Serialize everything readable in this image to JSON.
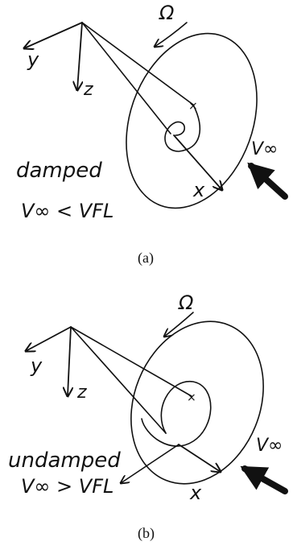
{
  "panels": [
    {
      "omega_label": "Ω",
      "axes": {
        "y": "y",
        "z": "z",
        "x": "x"
      },
      "state_label": "damped",
      "relation": "V∞ < VFL",
      "v_label": "V∞",
      "caption": "(a)"
    },
    {
      "omega_label": "Ω",
      "axes": {
        "y": "y",
        "z": "z",
        "x": "x"
      },
      "state_label": "undamped",
      "relation": "V∞ > VFL",
      "v_label": "V∞",
      "caption": "(b)"
    }
  ]
}
